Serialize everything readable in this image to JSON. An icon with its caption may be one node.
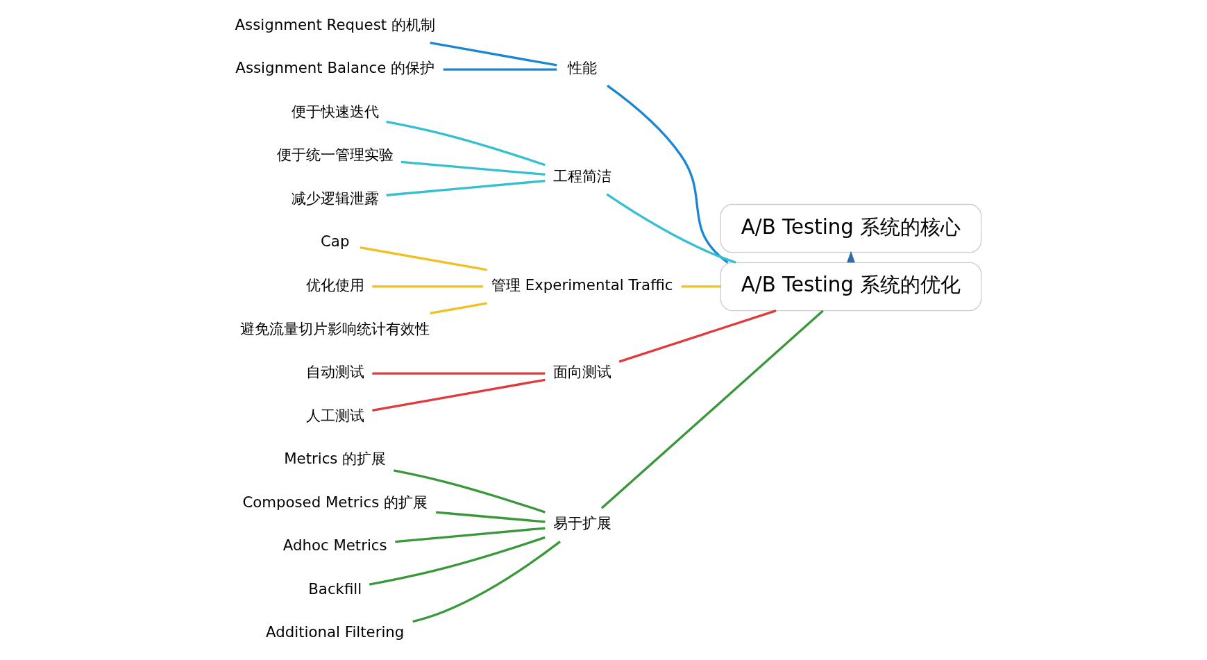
{
  "diagram": {
    "nodes": [
      {
        "text": [
          "A/B Testing 系统的核心"
        ]
      },
      {
        "text": [
          "A/B Testing 系统的优化"
        ]
      },
      {
        "text": [
          "性能"
        ]
      },
      {
        "text": [
          "Assignment Request 的机制"
        ]
      },
      {
        "text": [
          "Assignment Balance 的保护"
        ]
      },
      {
        "text": [
          "工程简洁"
        ]
      },
      {
        "text": [
          "便于快速迭代"
        ]
      },
      {
        "text": [
          "便于统一管理实验"
        ]
      },
      {
        "text": [
          "减少逻辑泄露"
        ]
      },
      {
        "text": [
          "管理 Experimental Traffic"
        ]
      },
      {
        "text": [
          "Cap"
        ]
      },
      {
        "text": [
          "优化使用"
        ]
      },
      {
        "text": [
          "避免流量切片影响统计有效性"
        ]
      },
      {
        "text": [
          "面向测试"
        ]
      },
      {
        "text": [
          "自动测试"
        ]
      },
      {
        "text": [
          "人工测试"
        ]
      },
      {
        "text": [
          "易于扩展"
        ]
      },
      {
        "text": [
          "Metrics 的扩展"
        ]
      },
      {
        "text": [
          "Composed Metrics 的扩展"
        ]
      },
      {
        "text": [
          "Adhoc Metrics"
        ]
      },
      {
        "text": [
          "Backfill"
        ]
      },
      {
        "text": [
          "Additional Filtering"
        ]
      }
    ],
    "edges": [
      {
        "from": 1,
        "to": 0,
        "arrow": "to",
        "color": "#2f6ea8"
      },
      {
        "from": 1,
        "to": 2,
        "arrow": "none",
        "color": "#1a86d4"
      },
      {
        "from": 2,
        "to": 3,
        "arrow": "none",
        "color": "#1a86d4"
      },
      {
        "from": 2,
        "to": 4,
        "arrow": "none",
        "color": "#1a86d4"
      },
      {
        "from": 1,
        "to": 5,
        "arrow": "none",
        "color": "#35bfd0"
      },
      {
        "from": 5,
        "to": 6,
        "arrow": "none",
        "color": "#35bfd0"
      },
      {
        "from": 5,
        "to": 7,
        "arrow": "none",
        "color": "#35bfd0"
      },
      {
        "from": 5,
        "to": 8,
        "arrow": "none",
        "color": "#35bfd0"
      },
      {
        "from": 1,
        "to": 9,
        "arrow": "none",
        "color": "#f0c020"
      },
      {
        "from": 9,
        "to": 10,
        "arrow": "none",
        "color": "#f0c020"
      },
      {
        "from": 9,
        "to": 11,
        "arrow": "none",
        "color": "#f0c020"
      },
      {
        "from": 9,
        "to": 12,
        "arrow": "none",
        "color": "#f0c020"
      },
      {
        "from": 1,
        "to": 13,
        "arrow": "none",
        "color": "#e03a3a"
      },
      {
        "from": 13,
        "to": 14,
        "arrow": "none",
        "color": "#e03a3a"
      },
      {
        "from": 13,
        "to": 15,
        "arrow": "none",
        "color": "#e03a3a"
      },
      {
        "from": 1,
        "to": 16,
        "arrow": "none",
        "color": "#3a983a"
      },
      {
        "from": 16,
        "to": 17,
        "arrow": "none",
        "color": "#3a983a"
      },
      {
        "from": 16,
        "to": 18,
        "arrow": "none",
        "color": "#3a983a"
      },
      {
        "from": 16,
        "to": 19,
        "arrow": "none",
        "color": "#3a983a"
      },
      {
        "from": 16,
        "to": 20,
        "arrow": "none",
        "color": "#3a983a"
      },
      {
        "from": 16,
        "to": 21,
        "arrow": "none",
        "color": "#3a983a"
      }
    ]
  }
}
